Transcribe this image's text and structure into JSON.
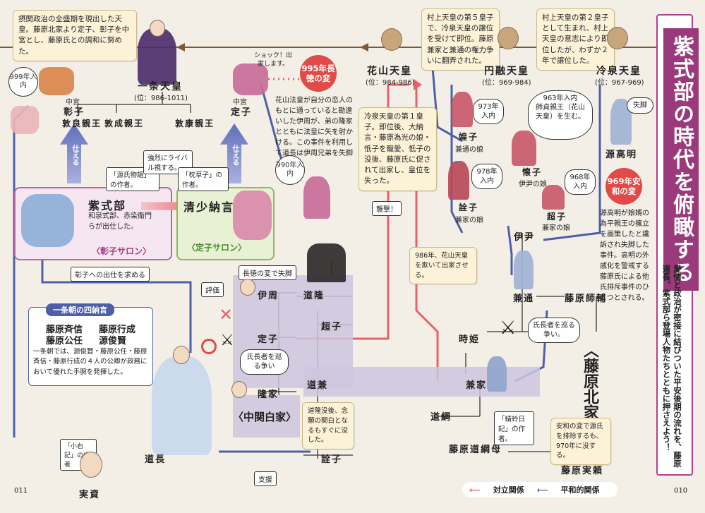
{
  "title": "紫式部の時代を俯瞰する",
  "subtitle": "愛情と政治が密接に結びついた平安後期の流れを、藤原道長、紫式部ら登場人物たちとともに押さえよう！",
  "clan_label": "〈藤原北家〉",
  "page_left": "011",
  "page_right": "010",
  "legend": {
    "conflict": "対立関係",
    "peace": "平和的関係"
  },
  "emperors": {
    "ichijo": {
      "name": "一条天皇",
      "reign": "(位：986-1011)",
      "note": "摂関政治の全盛期を現出した天皇。藤原北家より定子、彰子を中宮とし、藤原氏との調和に努めた。"
    },
    "kazan": {
      "name": "花山天皇",
      "reign": "(位：984-986)",
      "note": "冷泉天皇の第１皇子。即位後、大納言・藤原為光の娘・忯子を寵愛、忯子の没後、藤原氏に促されて出家し、皇位を失った。"
    },
    "enyu": {
      "name": "円融天皇",
      "reign": "(位：969-984)",
      "note": "村上天皇の第５皇子で、冷泉天皇の譲位を受けて即位。藤原兼家と兼通の権力争いに翻弄された。"
    },
    "reizei": {
      "name": "冷泉天皇",
      "reign": "(位：967-969)",
      "note": "村上天皇の第２皇子として生まれ、村上天皇の意志により即位したが、わずか２年で譲位した。"
    }
  },
  "persons": {
    "shoshi": {
      "name": "彰子",
      "role": "中宮",
      "year": "999年入内"
    },
    "teishi": {
      "name": "定子",
      "role": "中宮",
      "year": "990年入内"
    },
    "atsuyoshi": "敦良親王",
    "atsunari": "敦成親王",
    "atsuyasu": "敦康親王",
    "murasaki": {
      "name": "紫式部",
      "note": "和泉式部、赤染衛門らが出仕した。",
      "salon": "〈彰子サロン〉",
      "tag": "「源氏物語」の作者。"
    },
    "seishonagon": {
      "name": "清少納言",
      "salon": "〈定子サロン〉",
      "tag": "「枕草子」の作者。"
    },
    "senshi": {
      "name": "詮子",
      "sub": "兼家の娘",
      "year": "978年入内"
    },
    "choshi": {
      "name": "超子",
      "sub": "兼家の娘",
      "year": "968年入内"
    },
    "koshi": {
      "name": "媓子",
      "sub": "兼通の娘",
      "year": "973年入内"
    },
    "kaishi": {
      "name": "懐子",
      "sub": "伊尹の娘"
    },
    "morosada": {
      "text": "師貞親王（花山天皇）を生む。",
      "year": "963年入内"
    },
    "minamoto_takaakira": "源高明"
  },
  "family": {
    "korechika": "伊周",
    "michitaka": "道隆",
    "teishi2": "定子",
    "takaie": "隆家",
    "michikane": "道兼",
    "michitsuna": "道綱",
    "michitsuna_haha": "藤原道綱母",
    "senshi2": "詮子",
    "michinaga": "道長",
    "sanesuke": "実資",
    "kaneie": "兼家",
    "kanemichi": "兼通",
    "koretada": "伊尹",
    "morosuke": "藤原師輔",
    "tokihime": "時姫",
    "choshi2": "超子",
    "saneyori": "藤原実頼"
  },
  "labels": {
    "serve": "仕える",
    "rival": "強烈にライバル視する。",
    "shock": "ショック！出家します。",
    "chotoku_fail": "長徳の変で失脚",
    "hyoka": "評価",
    "yokoshi": "彰子への出仕を求める",
    "attack": "襲撃！",
    "kazan_deceive": "986年、花山天皇を欺いて出家させる。",
    "clan_fight1": "氏長者を巡る争い",
    "clan_fight2": "氏長者を巡る争い。",
    "michikane_note": "道隆没後、念願の関白となるもすぐに没した。",
    "kagero": "「蜻蛉日記」の作者。",
    "anna_note": "安和の変で源氏を排除するも、970年に没する。",
    "shiten": "一条朝の四納言",
    "shiten_names": [
      "藤原斉信",
      "藤原行成",
      "藤原公任",
      "源俊賢"
    ],
    "shiten_note": "一条朝では、源俊賢・藤原公任・藤原斉信・藤原行成の４人の公卿が政務において優れた手腕を発揮した。",
    "shoyuki": "「小右記」の作者",
    "shien": "支援",
    "shikkyaku": "失脚",
    "nakakanpaku": "〈中関白家〉",
    "chotoku_event": "995年長徳の変",
    "chotoku_note": "花山法皇が自分の恋人のもとに通っていると勘違いした伊周が、弟の隆家とともに法皇に矢を射かける。この事件を利用して道長は伊周兄弟を失脚させた。",
    "anna_event": "969年安和の変",
    "anna_event_note": "源高明が娘婿の為平親王の擁立を画策したと讒訴され失脚した事件。高明の外戚化を警戒する藤原氏による他氏排斥事件のひとつとされる。"
  },
  "colors": {
    "conflict": "#e8606a",
    "peace": "#4e5fa8",
    "band": "#cdc6df",
    "title_bg": "#9b3a7a"
  }
}
